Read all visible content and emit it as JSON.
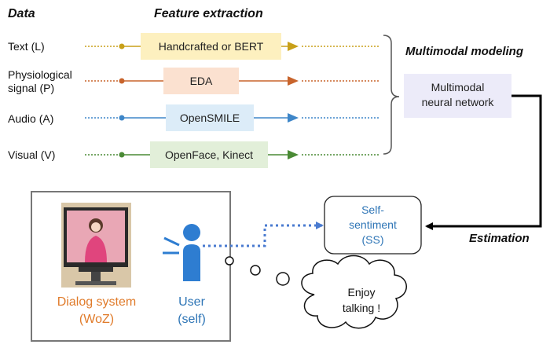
{
  "headers": {
    "data": "Data",
    "feature_extraction": "Feature extraction",
    "multimodal_modeling": "Multimodal modeling",
    "estimation": "Estimation"
  },
  "modalities": [
    {
      "label": "Text (L)",
      "box": "Handcrafted or BERT",
      "color": "#c8a019",
      "box_fill": "#fdf0bf"
    },
    {
      "label": "Physiological\nsignal (P)",
      "box": "EDA",
      "color": "#c8642c",
      "box_fill": "#fbe1d0"
    },
    {
      "label": "Audio (A)",
      "box": "OpenSMILE",
      "color": "#3e86c8",
      "box_fill": "#dcecf8"
    },
    {
      "label": "Visual (V)",
      "box": "OpenFace, Kinect",
      "color": "#4a8a35",
      "box_fill": "#e2efd9"
    }
  ],
  "model_box": {
    "line1": "Multimodal",
    "line2": "neural network",
    "fill": "#ecebf9"
  },
  "sentiment_box": {
    "line1": "Self-",
    "line2": "sentiment",
    "line3": "(SS)",
    "color": "#2e75b6"
  },
  "dialog_system": {
    "line1": "Dialog system",
    "line2": "(WoZ)",
    "color": "#e07b2a"
  },
  "user": {
    "line1": "User",
    "line2": "(self)",
    "color": "#2e75b6"
  },
  "bubble": {
    "line1": "Enjoy",
    "line2": "talking !"
  }
}
